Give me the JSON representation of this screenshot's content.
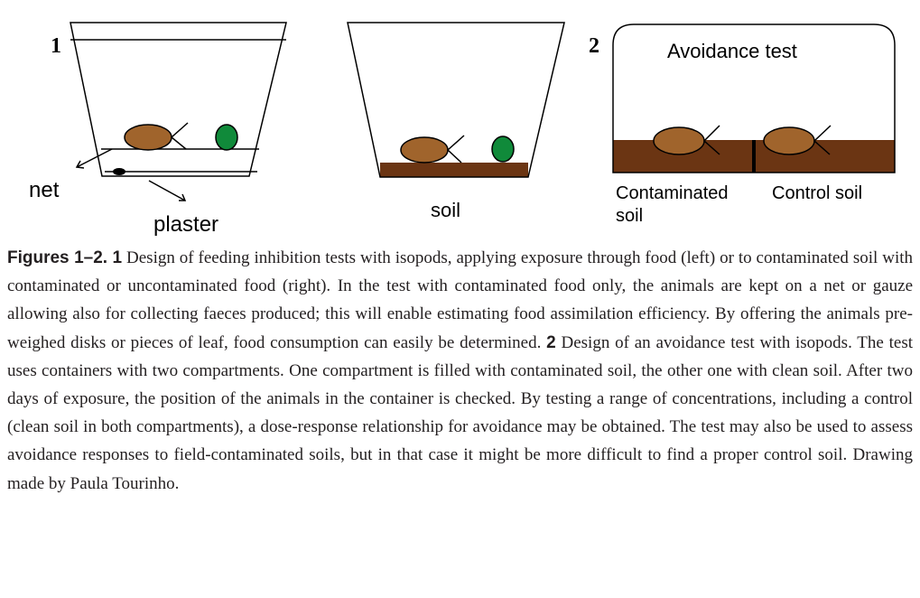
{
  "figure": {
    "panel1": {
      "number": "1",
      "label_net": "net",
      "label_plaster": "plaster",
      "label_soil": "soil"
    },
    "panel2": {
      "number": "2",
      "title": "Avoidance test",
      "label_contaminated_line1": "Contaminated",
      "label_contaminated_line2": "soil",
      "label_control": "Control soil"
    },
    "colors": {
      "isopod": "#a0642c",
      "food": "#108a3a",
      "soil": "#6b3513",
      "line": "#000000"
    }
  },
  "caption": {
    "lead": "Figures 1–2. 1",
    "part1": " Design of feeding inhibition tests with isopods, applying exposure through food (left) or to contaminated soil with contaminated or uncontaminated food (right). In the test with contaminated food only, the animals are kept on a net or gauze allowing also for collecting faeces produced; this will enable estimating food assimilation efficiency. By offering the animals pre-weighed disks or pieces of leaf, food consumption can easily be determined. ",
    "num2": "2",
    "part2": " Design of an avoidance test with isopods. The test uses containers with two compartments. One compartment is filled with contaminated soil, the other one with clean soil. After two days of exposure, the position of the animals in the container is checked. By testing a range of concentrations, including a control (clean soil in both compartments), a dose-response relationship for avoidance may be obtained. The test may also be used to assess avoidance responses to field-contaminated soils, but in that case it might be more difficult to find a proper control soil. Drawing made by Paula Tourinho."
  }
}
